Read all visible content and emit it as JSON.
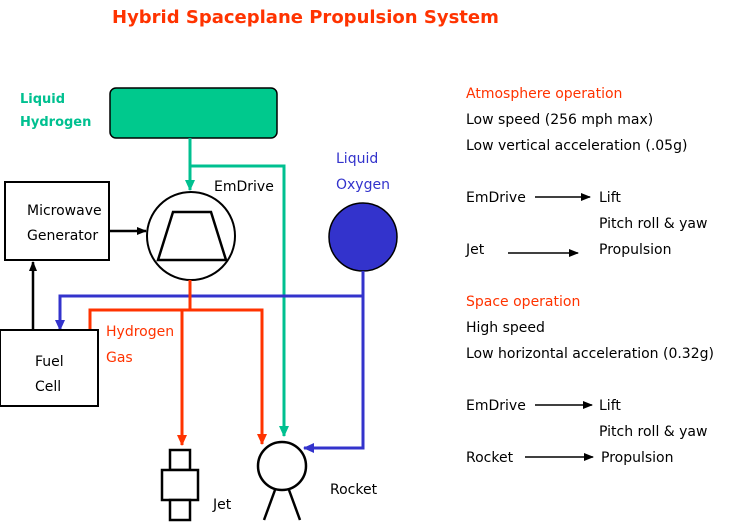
{
  "title": "Hybrid Spaceplane Propulsion System",
  "colors": {
    "title": "#ff3300",
    "hydrogen_line": "#00c090",
    "oxygen_line": "#3333cc",
    "hydrogen_gas_line": "#ff3300",
    "tank_fill": "#00c98d",
    "oxygen_tank_fill": "#3333cc"
  },
  "diagram": {
    "liquid_hydrogen": [
      "Liquid",
      "Hydrogen"
    ],
    "liquid_oxygen": [
      "Liquid",
      "Oxygen"
    ],
    "microwave_generator": [
      "Microwave",
      "Generator"
    ],
    "emdrive": "EmDrive",
    "fuel_cell": [
      "Fuel",
      "Cell"
    ],
    "hydrogen_gas": [
      "Hydrogen",
      "Gas"
    ],
    "jet": "Jet",
    "rocket": "Rocket"
  },
  "notes": {
    "atmosphere": {
      "heading": "Atmosphere operation",
      "lines": [
        "Low speed  (256 mph max)",
        "Low vertical acceleration (.05g)"
      ],
      "emdrive": "EmDrive",
      "lift": "Lift",
      "pitch": "Pitch roll & yaw",
      "jet": "Jet",
      "propulsion": "Propulsion"
    },
    "space": {
      "heading": "Space operation",
      "lines": [
        "High speed",
        "Low horizontal acceleration (0.32g)"
      ],
      "emdrive": "EmDrive",
      "lift": "Lift",
      "pitch": "Pitch roll & yaw",
      "rocket": "Rocket",
      "propulsion": "Propulsion"
    }
  }
}
